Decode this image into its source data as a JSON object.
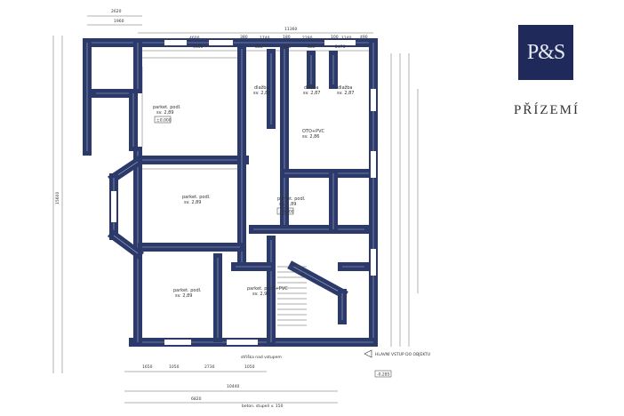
{
  "branding": {
    "logo_text": "P&S",
    "brand_color": "#1f2a5a"
  },
  "floor_title": "PŘÍZEMÍ",
  "plan": {
    "wall_color": "#2b3a6b",
    "rooms": [
      {
        "name": "parket. podl.",
        "height": "sv. 2,89"
      },
      {
        "name": "dlažba",
        "height": "sv. 2,89"
      },
      {
        "name": "dlažba",
        "height": "sv. 2,87"
      },
      {
        "name": "dlažba",
        "height": "sv. 2,87"
      },
      {
        "name": "OTO+PVC",
        "height": "sv. 2,86"
      },
      {
        "name": "parket. podl.",
        "height": "sv. 2,89"
      },
      {
        "name": "parket. podl.",
        "height": "sv. 2,89"
      },
      {
        "name": "parket. podl.",
        "height": "sv. 2,89"
      },
      {
        "name": "parket. podl.+PVC",
        "height": "sv. 2,90"
      }
    ],
    "level_marks": [
      "±0,000",
      "±0,000",
      "-0,285"
    ],
    "dimensions": {
      "top_total": "11360",
      "top_left": "2620",
      "top_left_inner": "1960",
      "top_segments": [
        "4600",
        "380",
        "1740",
        "180",
        "2280",
        "100",
        "1240",
        "490"
      ],
      "top_segments_2": [
        "5600",
        "880",
        "1880",
        "880",
        "2470"
      ],
      "bottom_total": "10440",
      "bottom_left": "6820",
      "bottom_segments": [
        "1650",
        "1050",
        "2730",
        "1050"
      ],
      "left_total": "15600"
    },
    "annotations": {
      "entrance": "HLAVNÍ VSTUP DO OBJEKTU",
      "step": "beton. stupeň v. 150",
      "canopy": "stříška nad vstupem"
    }
  }
}
